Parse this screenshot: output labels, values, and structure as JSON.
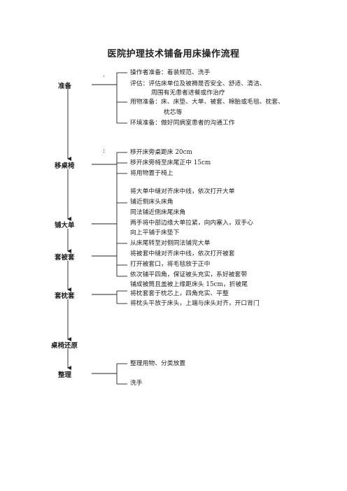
{
  "title": "医院护理技术铺备用床操作流程",
  "steps": [
    {
      "label": "准备",
      "items": [
        "操作者准备：着装规范、洗手",
        "评估：评估床单位及被褥是否安全、舒适、清洁、",
        "周围有无患者进餐或作治疗",
        "用物准备：床、床垫、大单、被套、棉胎或毛毯、枕套、",
        "枕芯等",
        "环境准备：做好同病室患者的沟通工作"
      ]
    },
    {
      "label": "移桌椅",
      "items": [
        "移开床旁桌距床 20cm",
        "移开床旁椅至床尾正中 15cm",
        "将用物置于椅上"
      ]
    },
    {
      "label": "铺大单",
      "items": [
        "将大单中缝对齐床中线，依次打开大单",
        "铺近侧床头床角",
        "同法铺近侧床尾床角",
        "两手将中部边缘大单拉紧，向内塞入，双手心",
        "向上平铺于床垫下",
        "从床尾转至对侧同法铺完大单"
      ]
    },
    {
      "label": "套被套",
      "items": [
        "将被套中缝对齐床中线，依次打开被套",
        "打开被套口，将毛毯放于正中",
        "依次铺平四角，保证被头充实，系好被套带",
        "铺成被筒且盖被上缘距床头 15cm，折被尾"
      ]
    },
    {
      "label": "套枕套",
      "items": [
        "将枕套套于枕芯上，四角充实、平整",
        "将枕头平放于床头，上端与床头对齐，开口背门"
      ]
    },
    {
      "label": "桌椅还原",
      "items": []
    },
    {
      "label": "整理",
      "items": [
        "整理用物、分类放置",
        "洗手"
      ]
    }
  ]
}
